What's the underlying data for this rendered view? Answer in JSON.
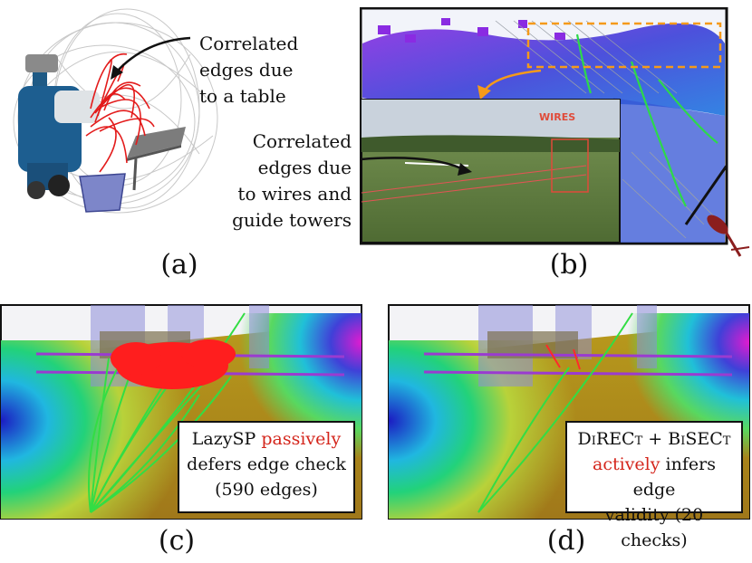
{
  "panel_a": {
    "caption": "(a)",
    "annotation": [
      "Correlated",
      "edges due",
      "to a table"
    ]
  },
  "panel_b": {
    "caption": "(b)",
    "inset_label": "WIRES",
    "annotation": [
      "Correlated",
      "edges due",
      "to wires and",
      "guide towers"
    ]
  },
  "panel_c": {
    "caption": "(c)",
    "box": {
      "line1_pre": "LazySP ",
      "line1_red": "passively",
      "line2": "defers edge check",
      "line3": "(590 edges)"
    }
  },
  "panel_d": {
    "caption": "(d)",
    "box": {
      "line1": "DiRECt + BiSECt",
      "line2_red": "actively",
      "line2_post": " infers edge",
      "line3": "validity (20 checks)"
    }
  },
  "colors": {
    "accent_red": "#d4261c",
    "edge_green": "#33dd44",
    "highlight_orange": "#f59a1a"
  }
}
